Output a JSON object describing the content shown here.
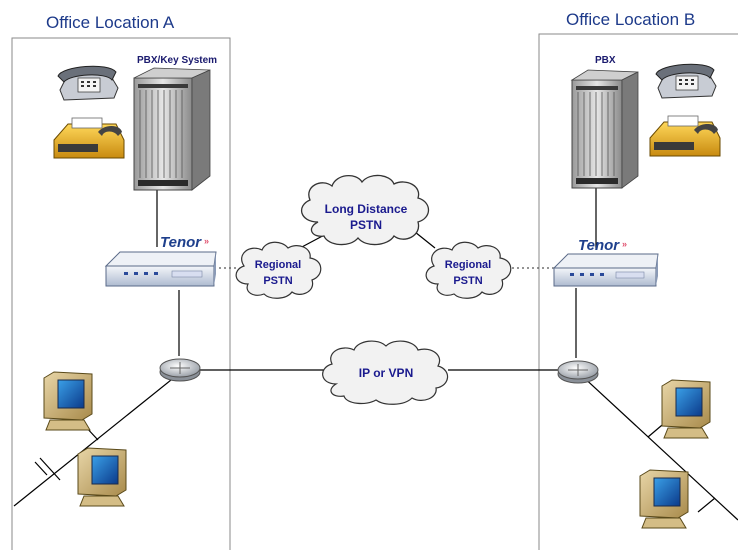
{
  "office_a": {
    "title": "Office Location A",
    "pbx_label": "PBX/Key System",
    "tenor_label": "Tenor"
  },
  "office_b": {
    "title": "Office Location B",
    "pbx_label": "PBX",
    "tenor_label": "Tenor"
  },
  "clouds": {
    "long_distance": {
      "line1": "Long Distance",
      "line2": "PSTN"
    },
    "regional_a": {
      "line1": "Regional",
      "line2": "PSTN"
    },
    "regional_b": {
      "line1": "Regional",
      "line2": "PSTN"
    },
    "ip_vpn": {
      "line1": "IP or VPN"
    }
  },
  "colors": {
    "title": "#1d3a8a",
    "cloud_text": "#1a1a8e",
    "tenor_text": "#1e3f8c",
    "tenor_mark": "#e0506e",
    "line": "#000000"
  }
}
